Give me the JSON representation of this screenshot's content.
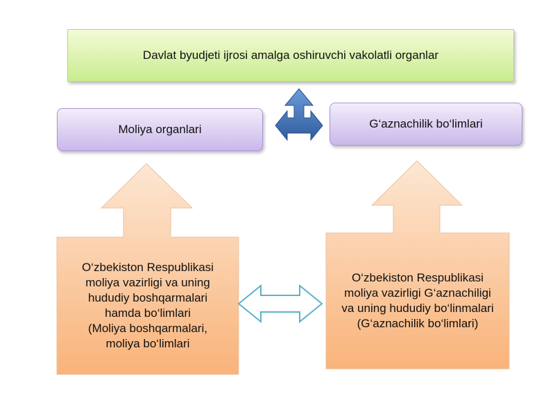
{
  "top": {
    "label": "Davlat byudjeti ijrosi amalga oshiruvchi vakolatli organlar"
  },
  "middle": {
    "left_label": "Moliya organlari",
    "right_label": "G‘aznachilik bo‘limlari"
  },
  "bottom": {
    "left_lines": [
      "O‘zbekiston Respublikasi",
      "moliya vazirligi va uning",
      "hududiy boshqarmalari",
      "hamda bo‘limlari",
      "(Moliya boshqarmalari,",
      "moliya bo‘limlari"
    ],
    "right_lines": [
      "O‘zbekiston Respublikasi",
      "moliya vazirligi  G‘aznachiligi",
      "va  uning hududiy bo‘linmalari",
      "(G‘aznachilik bo‘limlari)"
    ]
  },
  "colors": {
    "top_box": "#c9ec8f",
    "purple_box": "#c9b8ea",
    "orange_arrow": "#f9b37a",
    "blue_arrow": "#3d6fb6",
    "teal_arrow_stroke": "#5bb3c4"
  },
  "icons": [
    "up-left-right-arrow-icon",
    "up-arrow-icon",
    "left-right-arrow-icon"
  ]
}
